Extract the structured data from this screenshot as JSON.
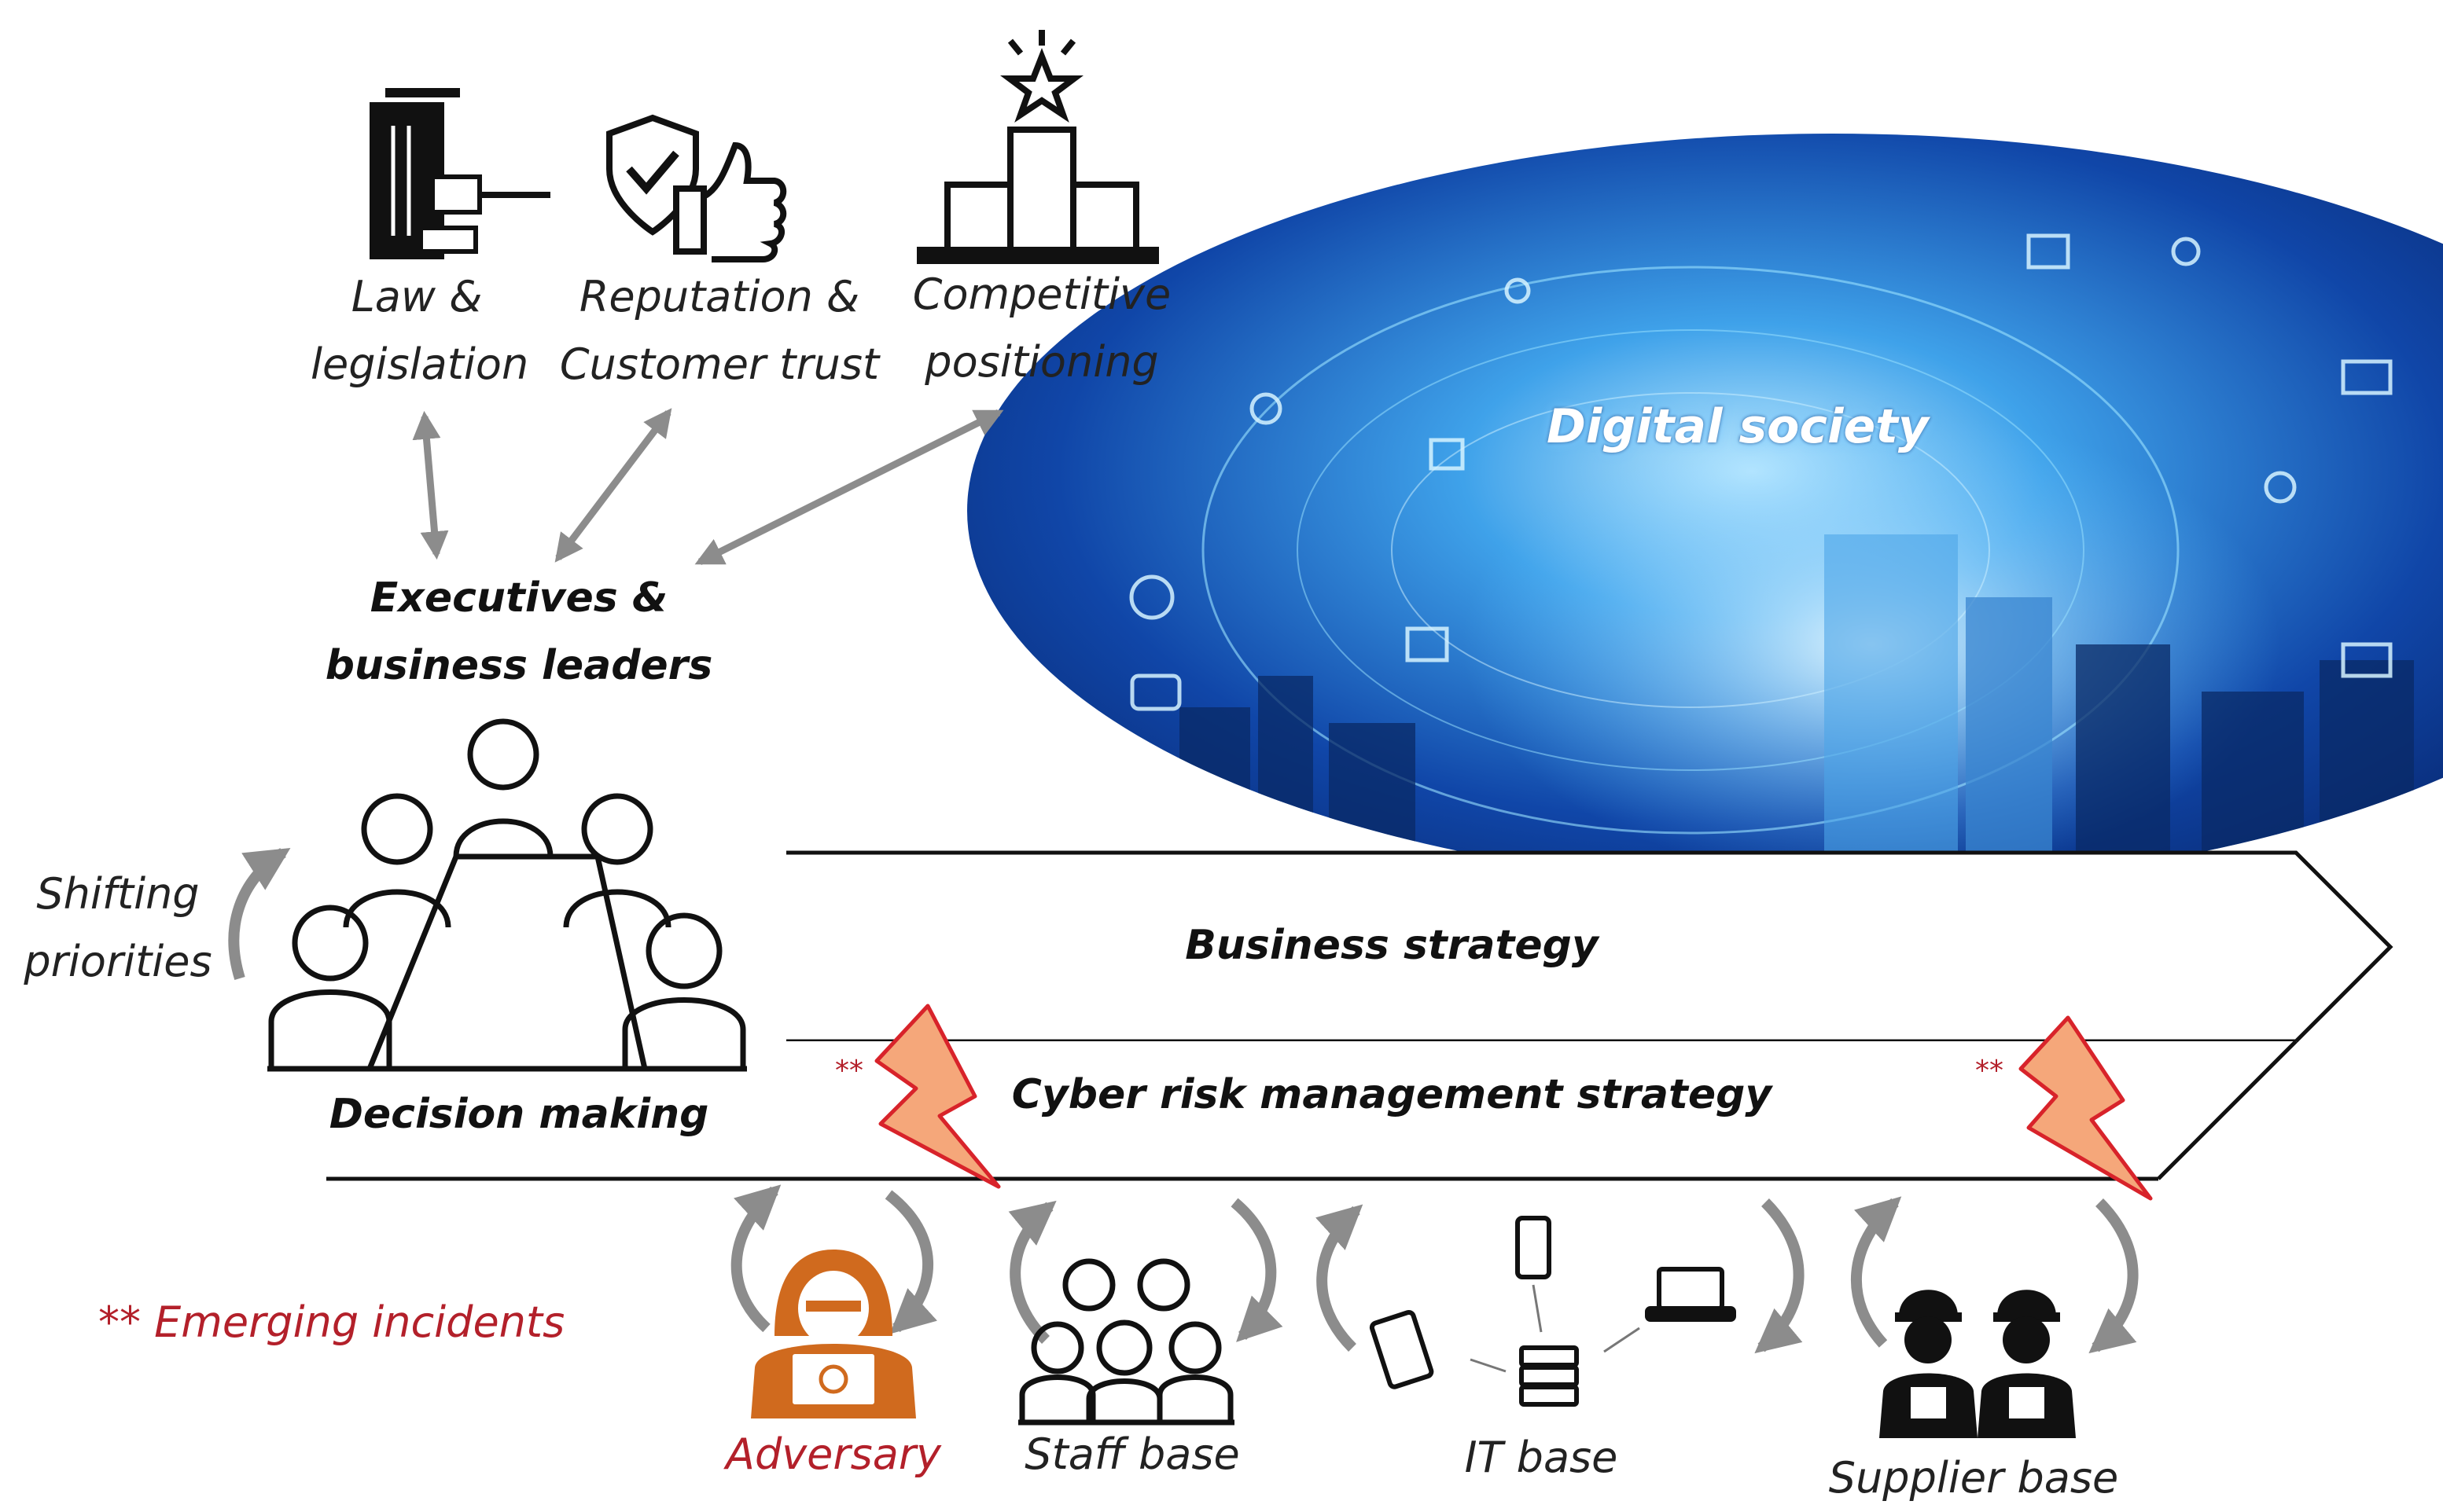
{
  "drivers": {
    "law_line1": "Law &",
    "law_line2": "legislation",
    "reputation_line1": "Reputation &",
    "reputation_line2": "Customer trust",
    "competitive_line1": "Competitive",
    "competitive_line2": "positioning"
  },
  "executives": {
    "line1": "Executives &",
    "line2": "business leaders"
  },
  "digital_society": "Digital society",
  "shifting": {
    "line1": "Shifting",
    "line2": "priorities"
  },
  "decision_making": "Decision making",
  "business_strategy": "Business strategy",
  "cyber_strategy": "Cyber risk management strategy",
  "incident_marker": "**",
  "legend_emerging": "** Emerging incidents",
  "bases": {
    "adversary": "Adversary",
    "staff": "Staff base",
    "it": "IT base",
    "supplier": "Supplier base"
  },
  "icons": {
    "law": "gavel-book-icon",
    "reputation": "shield-thumbs-up-icon",
    "competitive": "podium-star-icon",
    "meeting": "boardroom-meeting-icon",
    "adversary": "hooded-hacker-icon",
    "staff": "staff-group-icon",
    "it": "network-devices-icon",
    "supplier": "supplier-workers-icon",
    "incident": "lightning-bolt-icon"
  },
  "colors": {
    "adversary": "#d06a1e",
    "emerging": "#b3202a",
    "bolt_fill": "#f5a77a",
    "bolt_stroke": "#d8232a",
    "arrow_gray": "#8c8c8c"
  }
}
